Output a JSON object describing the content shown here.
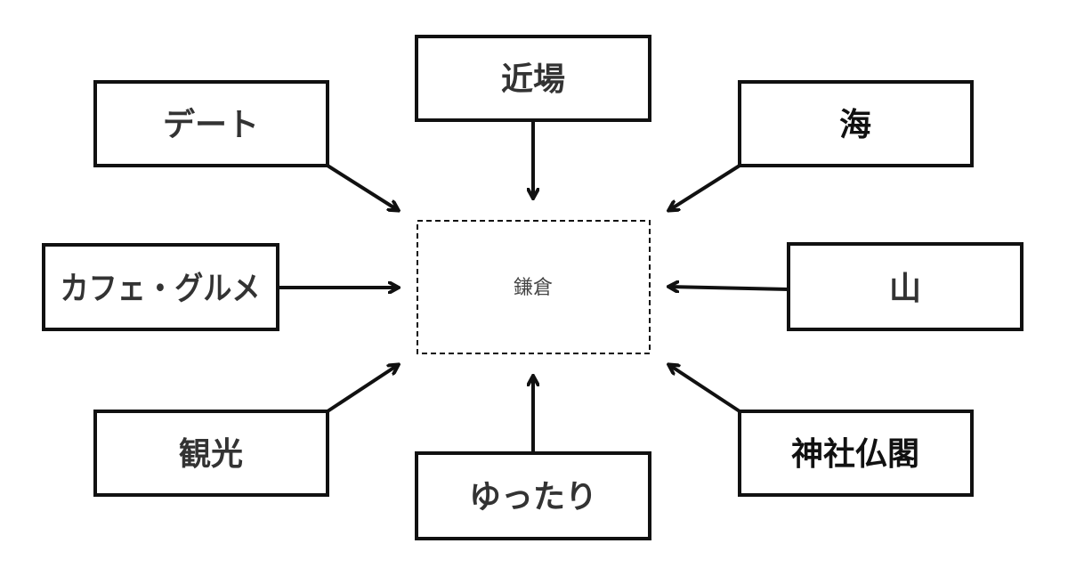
{
  "diagram": {
    "center": {
      "label": "鎌倉"
    },
    "nodes": [
      {
        "id": "date",
        "label": "デート"
      },
      {
        "id": "kinba",
        "label": "近場"
      },
      {
        "id": "umi",
        "label": "海"
      },
      {
        "id": "cafe",
        "label": "カフェ・グルメ"
      },
      {
        "id": "yama",
        "label": "山"
      },
      {
        "id": "kanko",
        "label": "観光"
      },
      {
        "id": "yuttari",
        "label": "ゆったり"
      },
      {
        "id": "jinja",
        "label": "神社仏閣"
      }
    ]
  },
  "colors": {
    "stroke": "#111111",
    "text": "#333333",
    "background": "#ffffff"
  }
}
